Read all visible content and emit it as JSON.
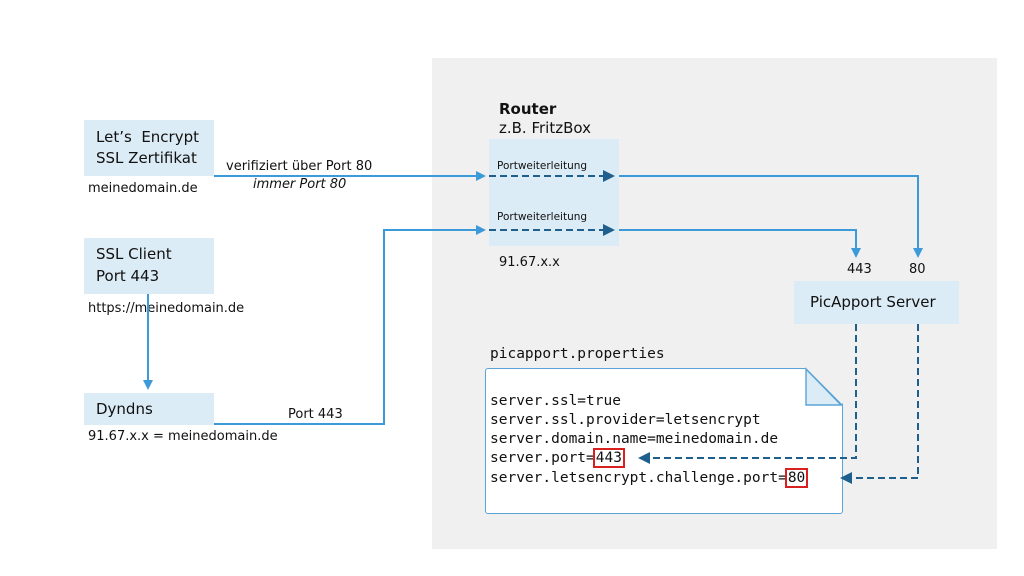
{
  "router": {
    "title": "Router",
    "subtitle": "z.B. FritzBox",
    "ip": "91.67.x.x",
    "forward_label_1": "Portweiterleitung",
    "forward_label_2": "Portweiterleitung"
  },
  "letsencrypt": {
    "line1": "Let’s  Encrypt",
    "line2": "SSL Zertifikat",
    "domain": "meinedomain.de",
    "edge_label": "verifiziert über Port 80",
    "edge_label_italic": "immer Port 80"
  },
  "ssl_client": {
    "line1": "SSL Client",
    "line2": "Port 443",
    "url": "https://meinedomain.de"
  },
  "dyndns": {
    "label": "Dyndns",
    "mapping": "91.67.x.x = meinedomain.de",
    "edge_label": "Port 443"
  },
  "server": {
    "label": "PicApport Server",
    "port_443": "443",
    "port_80": "80"
  },
  "properties": {
    "filename": "picapport.properties",
    "line1": "server.ssl=true",
    "line2": "server.ssl.provider=letsencrypt",
    "line3": "server.domain.name=meinedomain.de",
    "line4_key": "server.port=",
    "line4_val": "443",
    "line5_key": "server.letsencrypt.challenge.port=",
    "line5_val": "80"
  },
  "colors": {
    "arrow": "#3d9ad8",
    "dashed_arrow": "#1f5f8e",
    "box_fill": "#dcecf6",
    "panel": "#f0f0f0",
    "highlight": "#d8201e"
  }
}
